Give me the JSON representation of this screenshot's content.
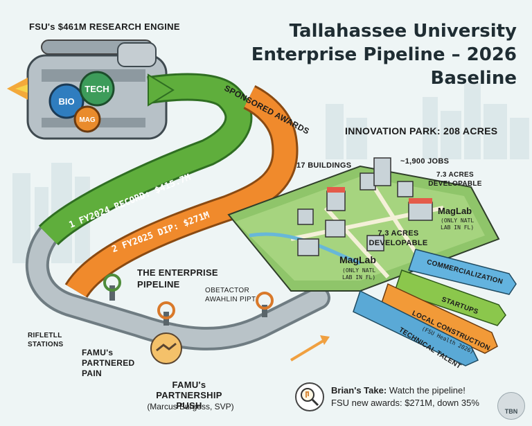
{
  "title": "Tallahassee University Enterprise Pipeline – 2026 Baseline",
  "engine": {
    "label": "FSU's $461M RESEARCH ENGINE",
    "gears": [
      "BIO",
      "TECH",
      "MAG"
    ]
  },
  "flows": {
    "sponsored_awards": "SPONSORED AWARDS",
    "fy2024": "1 FY2024 RECORD: $415.7M",
    "fy2025": "2 FY2025 DIP: $271M"
  },
  "pipeline": {
    "title": "THE ENTERPRISE PIPELINE",
    "obstacle": "OBETACTOR AWAHLIN PIPT",
    "stations": "RIFLETLL STATIONS",
    "famu_partnered": "FAMU's PARTNERED PAIN",
    "famu_push_title": "FAMU's PARTNERSHIP PUSH",
    "famu_push_sub": "(Marcus Burgess, SVP)"
  },
  "park": {
    "title": "INNOVATION PARK: 208 ACRES",
    "buildings": "17 BUILDINGS",
    "jobs": "~1,900 JOBS",
    "acres_right": "7.3 ACRES DEVELOPABLE",
    "acres_center": "7.3 ACRES DEVELOPABLE",
    "maglab_right_title": "MagLab",
    "maglab_right_sub": "(ONLY NATL LAB IN FL)",
    "maglab_center_title": "MagLab",
    "maglab_center_sub": "(ONLY NATL LAB IN FL)"
  },
  "outputs": {
    "commercialization": "COMMERCIALIZATION",
    "startups": "STARTUPS",
    "local_construction": "LOCAL CONSTRUCTION",
    "fsu_health": "(FSU Health 2026)",
    "technical_talent": "TECHNICAL TALENT"
  },
  "take": {
    "lead": "Brian's Take:",
    "line1": "Watch the pipeline!",
    "line2": "FSU new awards: $271M, down 35%"
  },
  "logo": "TBN",
  "colors": {
    "green_flow": "#5fae3c",
    "orange_flow": "#f08a2c",
    "pipe": "#a9b4ba",
    "park": "#8fc56a"
  }
}
